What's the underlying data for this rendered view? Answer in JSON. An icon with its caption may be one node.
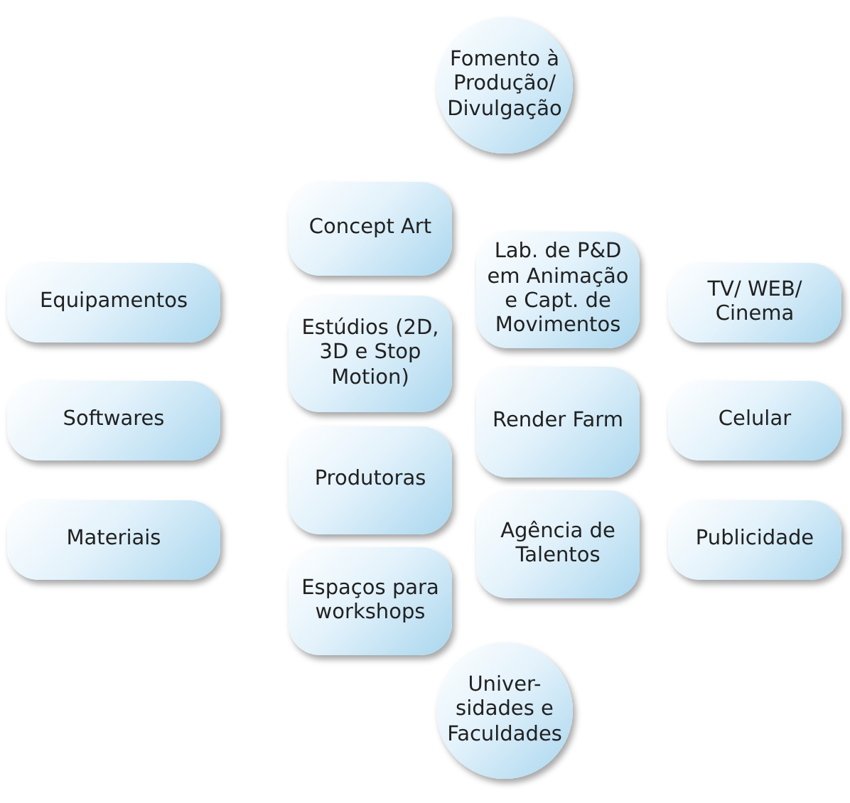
{
  "diagram": {
    "nodes": [
      {
        "text": [
          "Fomento à Produção/ Divulgação"
        ]
      },
      {
        "text": [
          "Concept Art"
        ]
      },
      {
        "text": [
          "Lab. de P&D em Animação e Capt. de Movimentos"
        ]
      },
      {
        "text": [
          "TV/ WEB/ Cinema"
        ]
      },
      {
        "text": [
          "Equipamentos"
        ]
      },
      {
        "text": [
          "Estúdios (2D, 3D e Stop Motion)"
        ]
      },
      {
        "text": [
          "Render Farm"
        ]
      },
      {
        "text": [
          "Softwares"
        ]
      },
      {
        "text": [
          "Celular"
        ]
      },
      {
        "text": [
          "Produtoras"
        ]
      },
      {
        "text": [
          "Agência de Talentos"
        ]
      },
      {
        "text": [
          "Materiais"
        ]
      },
      {
        "text": [
          "Publicidade"
        ]
      },
      {
        "text": [
          "Espaços para workshops"
        ]
      },
      {
        "text": [
          "Univer- sidades e Faculdades"
        ]
      }
    ]
  }
}
